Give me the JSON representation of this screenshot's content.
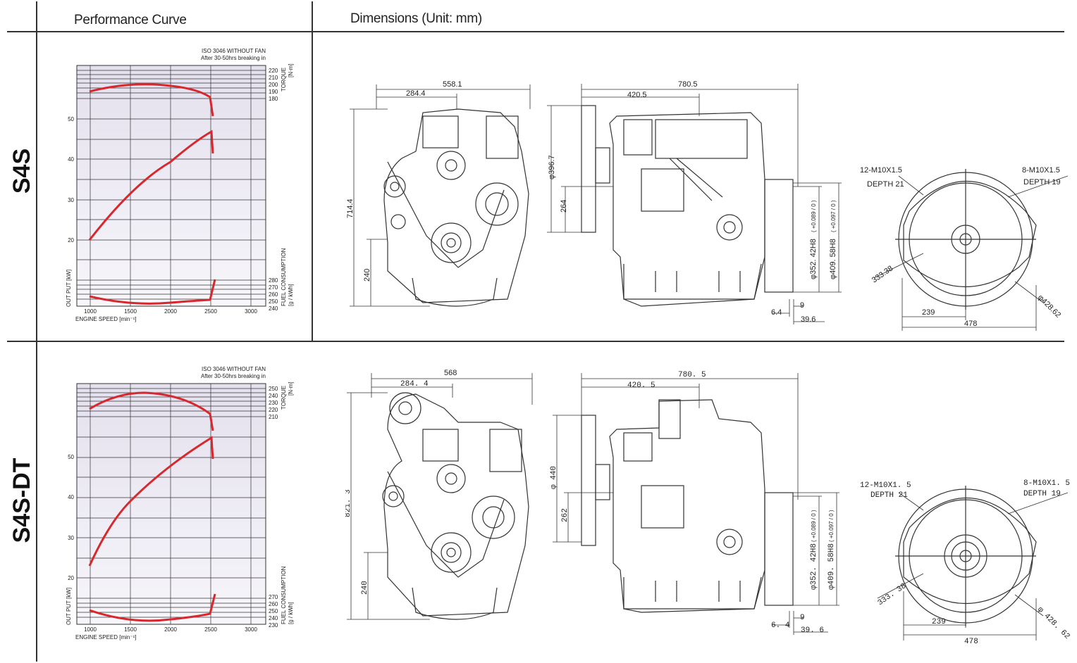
{
  "headers": {
    "performance_curve": "Performance Curve",
    "dimensions": "Dimensions (Unit: mm)"
  },
  "models": [
    {
      "name": "S4S",
      "curve": {
        "standard_note": "ISO 3046 WITHOUT FAN",
        "breaking_note": "After 30-50hrs breaking in",
        "torque_label": "TORQUE",
        "torque_unit": "[N·m]",
        "torque_ticks": [
          "220",
          "210",
          "200",
          "190",
          "180"
        ],
        "output_label": "OUT PUT [kW]",
        "output_ticks": [
          "50",
          "40",
          "30",
          "20"
        ],
        "fuel_label": "FUEL CONSUMPTION",
        "fuel_unit": "[g / kWh]",
        "fuel_ticks": [
          "280",
          "270",
          "260",
          "250",
          "240"
        ],
        "x_ticks": [
          "1000",
          "1500",
          "2000",
          "2500",
          "3000"
        ],
        "x_label": "ENGINE SPEED [min⁻¹]"
      },
      "dims": {
        "front_width": "558.1",
        "front_half": "284.4",
        "front_height": "714.4",
        "front_lower": "240",
        "side_length": "780.5",
        "side_half": "420.5",
        "side_pulley_dia": "φ396.7",
        "side_pulley_ht": "264",
        "side_h1": "φ352. 42H8",
        "side_h1_tol": "( +0.089 / 0 )",
        "side_h2": "φ409. 58H8",
        "side_h2_tol": "( +0.097 / 0 )",
        "side_b1": "6.4",
        "side_b2": "9",
        "side_b3": "39.6",
        "fw_left_note": "12-M10X1.5",
        "fw_left_depth": "DEPTH 21",
        "fw_right_note": "8-M10X1.5",
        "fw_right_depth": "DEPTH 19",
        "fw_r1": "333.38",
        "fw_r2": "φ428.62",
        "fw_w1": "239",
        "fw_w2": "478"
      }
    },
    {
      "name": "S4S-DT",
      "curve": {
        "standard_note": "ISO 3046 WITHOUT FAN",
        "breaking_note": "After 30-50hrs breaking in",
        "torque_label": "TORQUE",
        "torque_unit": "[N·m]",
        "torque_ticks": [
          "250",
          "240",
          "230",
          "220",
          "210"
        ],
        "output_label": "OUT PUT [kW]",
        "output_ticks": [
          "50",
          "40",
          "30",
          "20"
        ],
        "fuel_label": "FUEL CONSUMPTION",
        "fuel_unit": "[g / kWh]",
        "fuel_ticks": [
          "270",
          "260",
          "250",
          "240",
          "230"
        ],
        "x_ticks": [
          "1000",
          "1500",
          "2000",
          "2500",
          "3000"
        ],
        "x_label": "ENGINE SPEED [min⁻¹]"
      },
      "dims": {
        "front_width": "568",
        "front_half": "284. 4",
        "front_height": "821. 3",
        "front_lower": "240",
        "side_length": "780. 5",
        "side_half": "420. 5",
        "side_pulley_dia": "φ 440",
        "side_pulley_ht": "262",
        "side_h1": "φ352. 42H8",
        "side_h1_tol": "( +0.089 / 0 )",
        "side_h2": "φ409. 58H8",
        "side_h2_tol": "( +0.097 / 0 )",
        "side_b1": "6. 4",
        "side_b2": "9",
        "side_b3": "39. 6",
        "fw_left_note": "12-M10X1. 5",
        "fw_left_depth": "DEPTH 21",
        "fw_right_note": "8-M10X1. 5",
        "fw_right_depth": "DEPTH 19",
        "fw_r1": "333. 38",
        "fw_r2": "φ 428. 62",
        "fw_w1": "239",
        "fw_w2": "478"
      }
    }
  ],
  "colors": {
    "curve": "#d7282e",
    "grid_band": "#ece6f0",
    "line": "#222222"
  }
}
